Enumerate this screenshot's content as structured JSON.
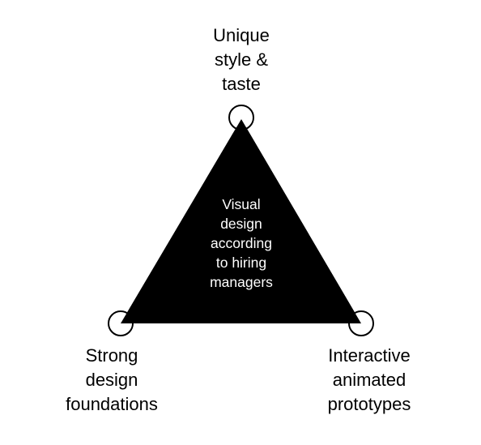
{
  "diagram": {
    "center_text": "Visual\ndesign\naccording\nto hiring\nmanagers",
    "top_vertex": "Unique\nstyle &\ntaste",
    "bottom_left_vertex": "Strong\ndesign\nfoundations",
    "bottom_right_vertex": "Interactive\nanimated\nprototypes",
    "triangle_fill": "#000000",
    "node_stroke": "#000000",
    "node_fill": "#ffffff"
  }
}
